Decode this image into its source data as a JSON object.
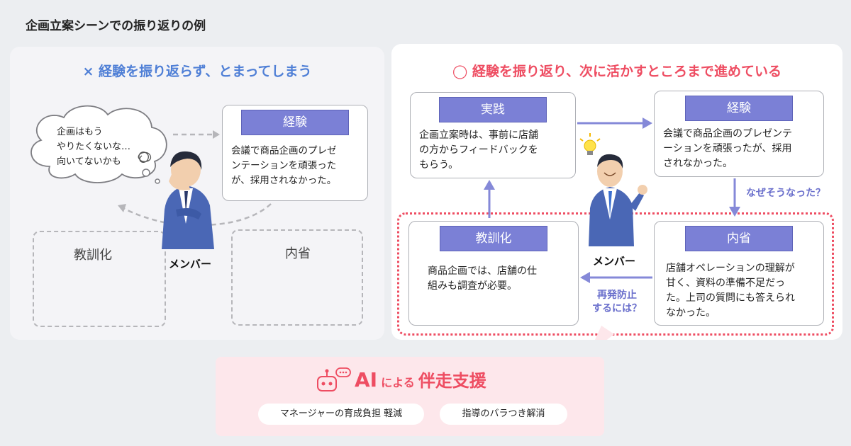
{
  "title": "企画立案シーンでの振り返りの例",
  "left": {
    "heading": "× 経験を振り返らず、とまってしまう",
    "thought": [
      "企画はもう",
      "やりたくないな…",
      "向いてないかも"
    ],
    "experience": {
      "tag": "経験",
      "text": [
        "会議で商品企画のプレゼ",
        "ンテーションを頑張った",
        "が、採用されなかった。"
      ]
    },
    "member_label": "メンバー",
    "lesson_label": "教訓化",
    "reflection_label": "内省"
  },
  "right": {
    "heading": "◯ 経験を振り返り、次に活かすところまで進めている",
    "practice": {
      "tag": "実践",
      "text": [
        "企画立案時は、事前に店舗",
        "の方からフィードバックを",
        "もらう。"
      ]
    },
    "experience": {
      "tag": "経験",
      "text": [
        "会議で商品企画のプレゼンテ",
        "ーションを頑張ったが、採用",
        "されなかった。"
      ]
    },
    "lesson": {
      "tag": "教訓化",
      "text": [
        "商品企画では、店舗の仕",
        "組みも調査が必要。"
      ]
    },
    "reflection": {
      "tag": "内省",
      "text": [
        "店舗オペレーションの理解が",
        "甘く、資料の準備不足だっ",
        "た。上司の質問にも答えられ",
        "なかった。"
      ]
    },
    "member_label": "メンバー",
    "why_note": "なぜそうなった？",
    "prevent_note": [
      "再発防止",
      "するには？"
    ]
  },
  "ai": {
    "ai": "AI",
    "niyoru": "による",
    "title": "伴走支援",
    "pills": [
      "マネージャーの育成負担 軽減",
      "指導のバラつき解消"
    ]
  },
  "colors": {
    "accent_blue": "#4f7fd6",
    "accent_red": "#ee4d62",
    "tag_purple": "#7b80d6",
    "ai_bg": "#fde7eb"
  }
}
